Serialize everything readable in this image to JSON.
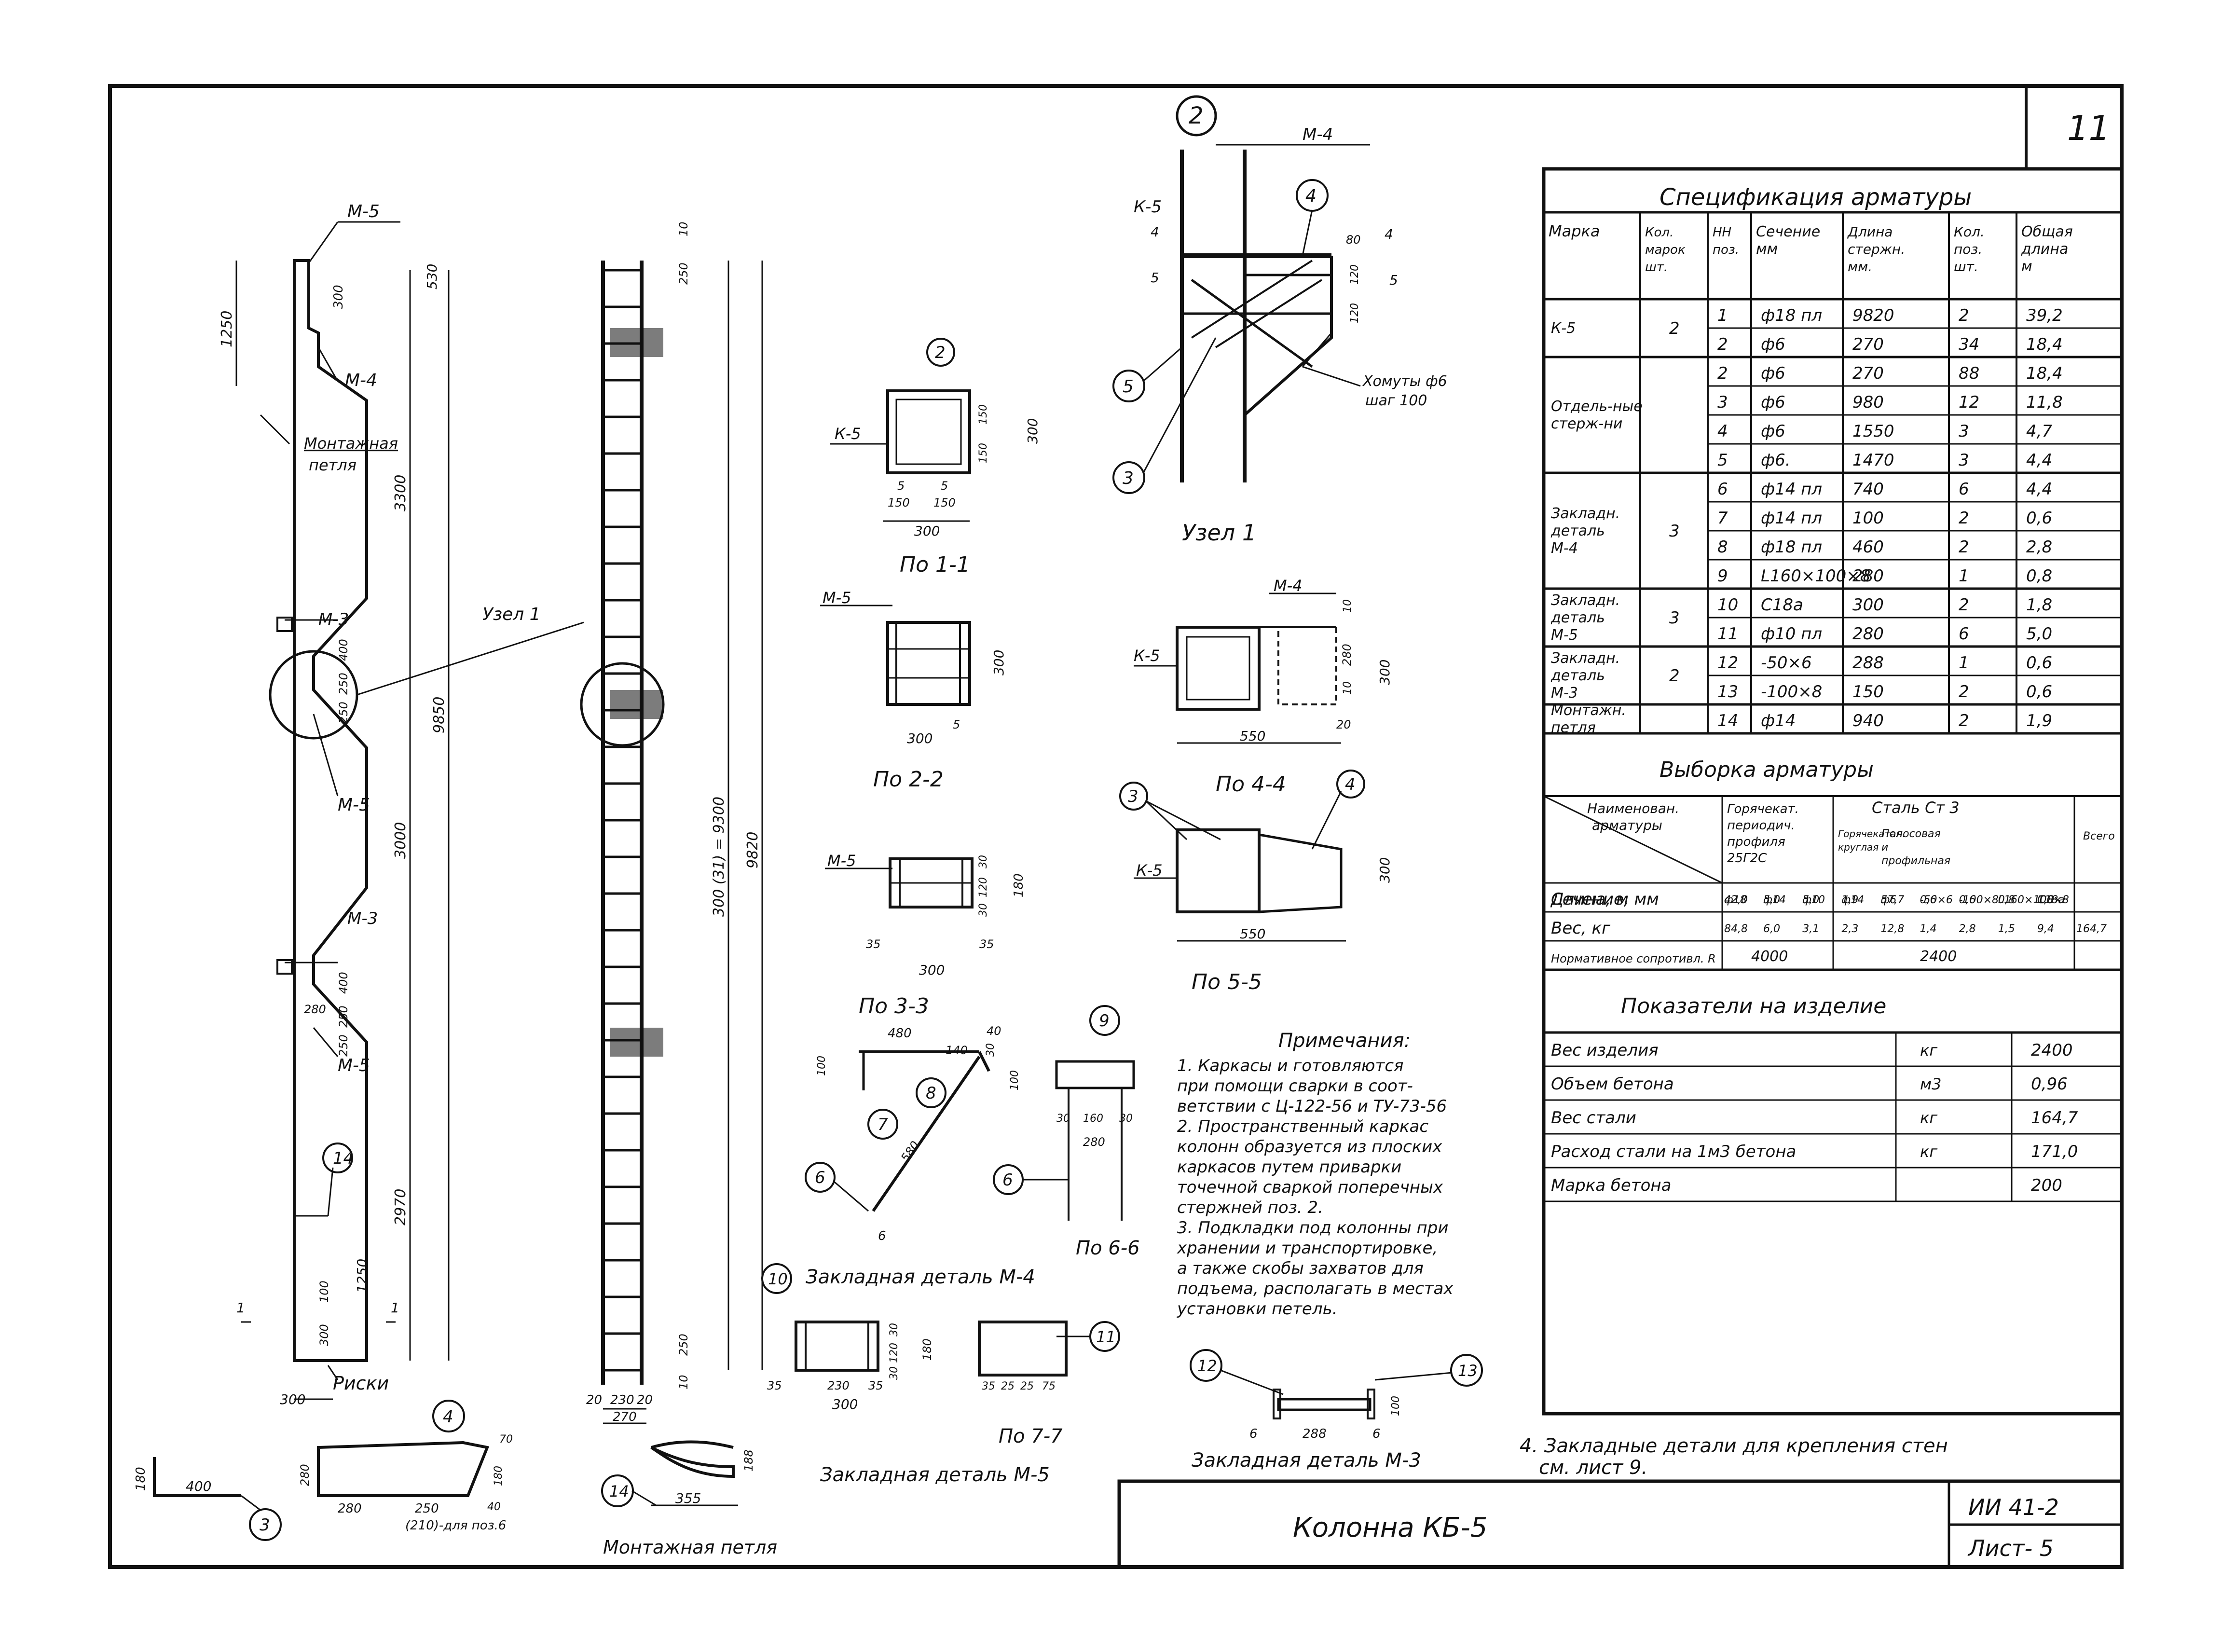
{
  "sheet": {
    "number_corner": "11",
    "title": "Колонна КБ-5",
    "code": "ИИ 41-2",
    "sheet_label": "Лист- 5"
  },
  "column_labels": {
    "m5_top": "М-5",
    "m4": "М-4",
    "loop": "Монтажная",
    "loop2": "петля",
    "m3_a": "М-3",
    "node1": "Узел 1",
    "m5_mid": "М-5",
    "m3_b": "М-3",
    "m5_low": "М-5",
    "risks": "Риски",
    "dims": [
      "1250",
      "300",
      "530",
      "3300",
      "400",
      "250",
      "250",
      "3000",
      "9850",
      "400",
      "250",
      "250",
      "280",
      "2970",
      "100",
      "1250",
      "300",
      "300"
    ]
  },
  "cage_labels": {
    "dims": [
      "10",
      "250",
      "300 (31) = 9300",
      "9820",
      "250",
      "10",
      "20",
      "230",
      "20",
      "270"
    ]
  },
  "sections": {
    "s11": {
      "title": "По 1-1",
      "k5": "К-5",
      "dims": [
        "5",
        "150",
        "150",
        "5",
        "300",
        "150",
        "150",
        "300"
      ],
      "callout": "2"
    },
    "s22": {
      "title": "По 2-2",
      "m5": "М-5",
      "dims": [
        "300",
        "300",
        "5"
      ]
    },
    "s33": {
      "title": "По 3-3",
      "m5": "М-5",
      "dims": [
        "35",
        "300",
        "35",
        "30",
        "120",
        "30",
        "180"
      ]
    },
    "s44": {
      "title": "По 4-4",
      "m4": "М-4",
      "k5": "К-5",
      "dims": [
        "550",
        "20",
        "10",
        "280",
        "300",
        "10"
      ]
    },
    "s55": {
      "title": "По 5-5",
      "k5": "К-5",
      "dims": [
        "550",
        "300"
      ],
      "callouts": [
        "3",
        "4"
      ]
    },
    "s66": {
      "title": "По 6-6",
      "dims": [
        "30",
        "160",
        "30",
        "280"
      ],
      "callouts": [
        "9",
        "6"
      ]
    }
  },
  "node1": {
    "title": "Узел 1",
    "k5": "К-5",
    "m4": "М-4",
    "stirrups": "Хомуты ф6",
    "stirrups2": "шаг 100",
    "dims": [
      "4",
      "5",
      "80",
      "4",
      "120",
      "120",
      "5"
    ],
    "callouts": [
      "2",
      "4",
      "5",
      "3"
    ]
  },
  "embedded": {
    "m4_title": "Закладная деталь М-4",
    "m4_dims": [
      "480",
      "100",
      "40",
      "140",
      "30",
      "100",
      "580",
      "6"
    ],
    "m4_callouts": [
      "7",
      "8",
      "6"
    ],
    "m5_title": "Закладная деталь М-5",
    "m5_dims": [
      "35",
      "230",
      "35",
      "300",
      "30",
      "120",
      "30",
      "180",
      "35",
      "25",
      "25",
      "75"
    ],
    "m5_section": "По 7-7",
    "m5_callouts": [
      "10",
      "11"
    ],
    "m3_title": "Закладная деталь М-3",
    "m3_dims": [
      "6",
      "288",
      "6",
      "100"
    ],
    "m3_callouts": [
      "12",
      "13"
    ]
  },
  "bottom_details": {
    "d3": {
      "callout": "3",
      "dims": [
        "180",
        "400"
      ]
    },
    "d4": {
      "callout": "4",
      "dims": [
        "280",
        "280",
        "250",
        "(210)-для поз.6",
        "180",
        "40",
        "70"
      ]
    },
    "loop": {
      "callout": "14",
      "dims": [
        "355",
        "188"
      ],
      "title": "Монтажная петля"
    }
  },
  "notes": {
    "title": "Примечания:",
    "items": [
      "1. Каркасы и готовляются",
      "   при помощи сварки в соот-",
      "   ветствии с Ц-122-56 и ТУ-73-56",
      "2. Пространственный каркас",
      "   колонн образуется из плоских",
      "   каркасов путем приварки",
      "   точечной сваркой поперечных",
      "   стержней поз. 2.",
      "3. Подкладки под колонны при",
      "   хранении и транспортировке,",
      "   а также скобы захватов для",
      "   подъема, располагать в местах",
      "   установки петель."
    ],
    "note4a": "4. Закладные детали для крепления стен",
    "note4b": "см. лист 9."
  },
  "spec": {
    "title": "Спецификация арматуры",
    "headers": [
      "Марка",
      "Кол. марок шт.",
      "НН поз.",
      "Сечение мм",
      "Длина стержн. мм.",
      "Кол. поз. шт.",
      "Общая длина м"
    ],
    "groups": [
      {
        "marka": "К-5",
        "qty": "2",
        "rows": [
          [
            "1",
            "ф18 пл",
            "9820",
            "2",
            "39,2"
          ],
          [
            "2",
            "ф6",
            "270",
            "34",
            "18,4"
          ]
        ]
      },
      {
        "marka": "Отдель-ные стерж-ни",
        "qty": "",
        "rows": [
          [
            "2",
            "ф6",
            "270",
            "88",
            "18,4"
          ],
          [
            "3",
            "ф6",
            "980",
            "12",
            "11,8"
          ],
          [
            "4",
            "ф6",
            "1550",
            "3",
            "4,7"
          ],
          [
            "5",
            "ф6.",
            "1470",
            "3",
            "4,4"
          ]
        ]
      },
      {
        "marka": "Закладн. деталь М-4",
        "qty": "3",
        "rows": [
          [
            "6",
            "ф14 пл",
            "740",
            "6",
            "4,4"
          ],
          [
            "7",
            "ф14 пл",
            "100",
            "2",
            "0,6"
          ],
          [
            "8",
            "ф18 пл",
            "460",
            "2",
            "2,8"
          ],
          [
            "9",
            "L160×100×8",
            "280",
            "1",
            "0,8"
          ]
        ]
      },
      {
        "marka": "Закладн. деталь М-5",
        "qty": "3",
        "rows": [
          [
            "10",
            "С18а",
            "300",
            "2",
            "1,8"
          ],
          [
            "11",
            "ф10 пл",
            "280",
            "6",
            "5,0"
          ]
        ]
      },
      {
        "marka": "Закладн. деталь М-3",
        "qty": "2",
        "rows": [
          [
            "12",
            "-50×6",
            "288",
            "1",
            "0,6"
          ],
          [
            "13",
            "-100×8",
            "150",
            "2",
            "0,6"
          ]
        ]
      },
      {
        "marka": "Монтажн. петля",
        "qty": "",
        "rows": [
          [
            "14",
            "ф14",
            "940",
            "2",
            "1,9"
          ]
        ]
      }
    ]
  },
  "sample": {
    "title": "Выборка арматуры",
    "corner_top": "Наименован.",
    "corner_bottom": "арматуры",
    "hot": "Горячекат. периодич. профиля 25Г2С",
    "steel": "Сталь Ст 3",
    "rolled": "Горячекатан. круглая",
    "strip": "Полосовая и профильная",
    "total": "Всего",
    "row_labels": [
      "Сечение, мм",
      "Длина, м",
      "Вес, кг",
      "Нормативное сопротивл. R"
    ],
    "sections": [
      "ф18",
      "ф14",
      "ф10",
      "ф14",
      "ф6",
      "-50×6",
      "-100×8",
      "L160×100×8",
      "С18а",
      ""
    ],
    "lengths": [
      "42,0",
      "5,0",
      "5,0",
      "1,9",
      "57,7",
      "0,6",
      "0,6",
      "0,8",
      "1,8",
      ""
    ],
    "weights": [
      "84,8",
      "6,0",
      "3,1",
      "2,3",
      "12,8",
      "1,4",
      "2,8",
      "1,5",
      "9,4",
      "164,7"
    ],
    "norm_hot": "4000",
    "norm_steel": "2400"
  },
  "indicators": {
    "title": "Показатели на изделие",
    "rows": [
      [
        "Вес изделия",
        "кг",
        "2400"
      ],
      [
        "Объем бетона",
        "м3",
        "0,96"
      ],
      [
        "Вес стали",
        "кг",
        "164,7"
      ],
      [
        "Расход стали на 1м3 бетона",
        "кг",
        "171,0"
      ],
      [
        "Марка бетона",
        "",
        "200"
      ]
    ]
  }
}
